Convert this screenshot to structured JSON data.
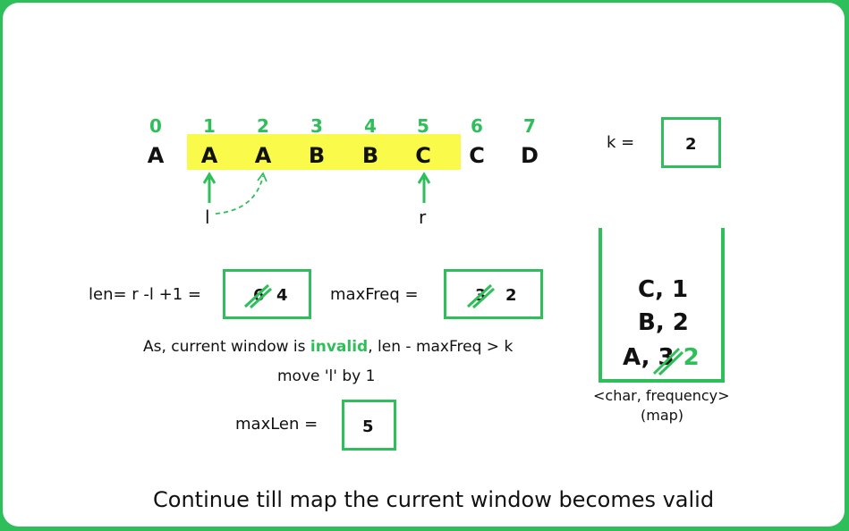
{
  "array": {
    "indices": [
      "0",
      "1",
      "2",
      "3",
      "4",
      "5",
      "6",
      "7"
    ],
    "chars": [
      "A",
      "A",
      "A",
      "B",
      "B",
      "C",
      "C",
      "D"
    ],
    "highlight_color": "#fafa4b"
  },
  "pointers": {
    "left": "l",
    "right": "r"
  },
  "k": {
    "label": "k =",
    "value": "2"
  },
  "len": {
    "label": "len= r -l +1  =",
    "old_value": "6",
    "value": "4"
  },
  "maxFreq": {
    "label": "maxFreq =",
    "old_value": "3",
    "value": "2"
  },
  "message": {
    "before": "As, current window is ",
    "highlight": "invalid",
    "after": ", len - maxFreq  > k",
    "line2": "move 'l' by 1"
  },
  "maxLen": {
    "label": "maxLen =",
    "value": "5"
  },
  "map": {
    "entries": [
      "C, 1",
      "B, 2"
    ],
    "last_entry_prefix": "A, ",
    "last_entry_old": "3",
    "last_entry_new": "2",
    "caption_line1": "<char, frequency>",
    "caption_line2": "(map)"
  },
  "footer": "Continue till map the current window becomes valid",
  "colors": {
    "accent": "#2fbf5a",
    "text": "#111111"
  }
}
